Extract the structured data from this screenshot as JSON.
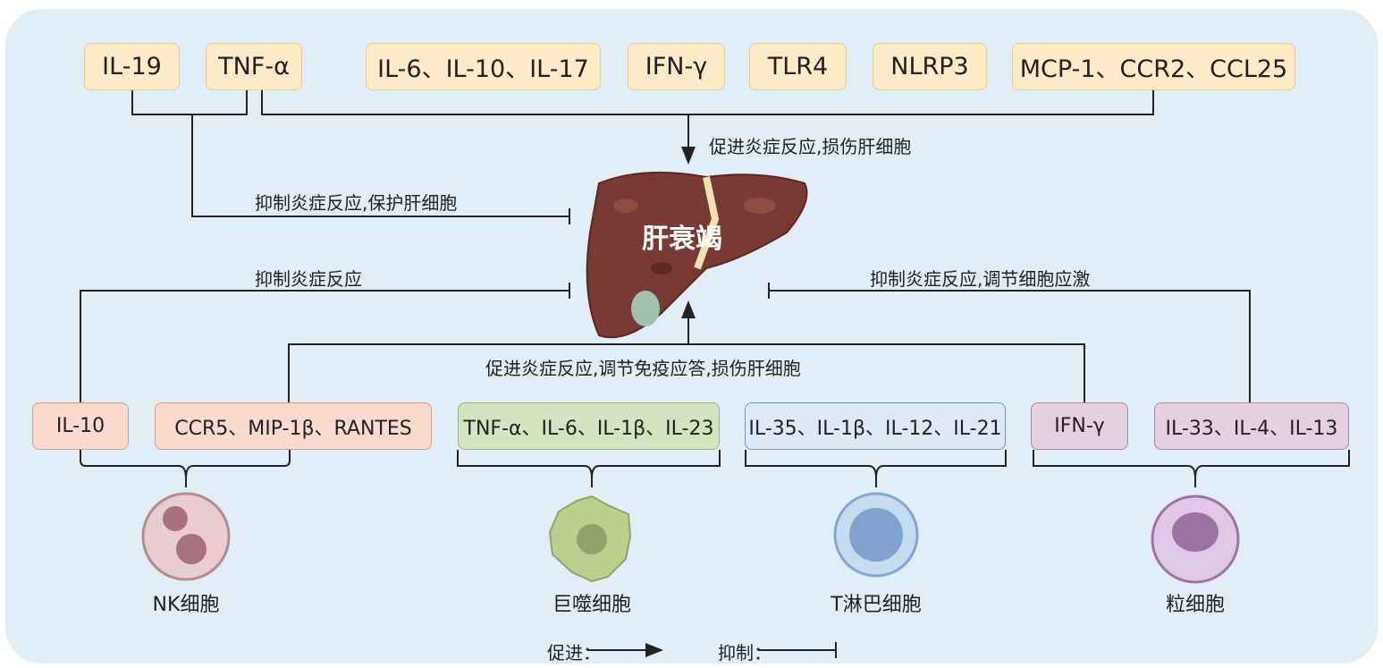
{
  "top_factors": [
    "IL-19",
    "TNF-α",
    "IL-6、IL-10、IL-17",
    "IFN-γ",
    "TLR4",
    "NLRP3",
    "MCP-1、CCR2、CCL25"
  ],
  "labels": {
    "promote_top": "促进炎症反应,损伤肝细胞",
    "inhibit_protect": "抑制炎症反应,保护肝细胞",
    "inhibit_left": "抑制炎症反应",
    "inhibit_right": "抑制炎症反应,调节细胞应激",
    "promote_bottom": "促进炎症反应,调节免疫应答,损伤肝细胞"
  },
  "center": "肝衰竭",
  "bottom_factors": [
    "IL-10",
    "CCR5、MIP-1β、RANTES",
    "TNF-α、IL-6、IL-1β、IL-23",
    "IL-35、IL-1β、IL-12、IL-21",
    "IFN-γ",
    "IL-33、IL-4、IL-13"
  ],
  "cells": [
    "NK细胞",
    "巨噬细胞",
    "T淋巴细胞",
    "粒细胞"
  ],
  "legend": {
    "promote": "促进：",
    "inhibit": "抑制："
  }
}
